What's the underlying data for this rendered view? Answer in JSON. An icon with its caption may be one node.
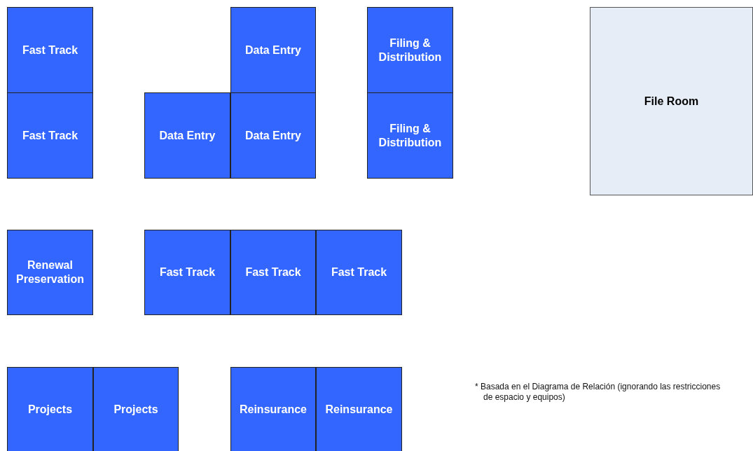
{
  "diagram": {
    "nodes": [
      {
        "text": [
          "Fast Track"
        ]
      },
      {
        "text": [
          "Data Entry"
        ]
      },
      {
        "text": [
          "Filing & Distribution"
        ]
      },
      {
        "text": [
          "File Room"
        ]
      },
      {
        "text": [
          "Fast Track"
        ]
      },
      {
        "text": [
          "Data Entry"
        ]
      },
      {
        "text": [
          "Data Entry"
        ]
      },
      {
        "text": [
          "Filing & Distribution"
        ]
      },
      {
        "text": [
          "Renewal Preservation"
        ]
      },
      {
        "text": [
          "Fast Track"
        ]
      },
      {
        "text": [
          "Fast Track"
        ]
      },
      {
        "text": [
          "Fast Track"
        ]
      },
      {
        "text": [
          "Projects"
        ]
      },
      {
        "text": [
          "Projects"
        ]
      },
      {
        "text": [
          "Reinsurance"
        ]
      },
      {
        "text": [
          "Reinsurance"
        ]
      }
    ],
    "labels": [
      "* Basada en el Diagrama de Relación (ignorando las restricciones de espacio y equipos)"
    ]
  }
}
